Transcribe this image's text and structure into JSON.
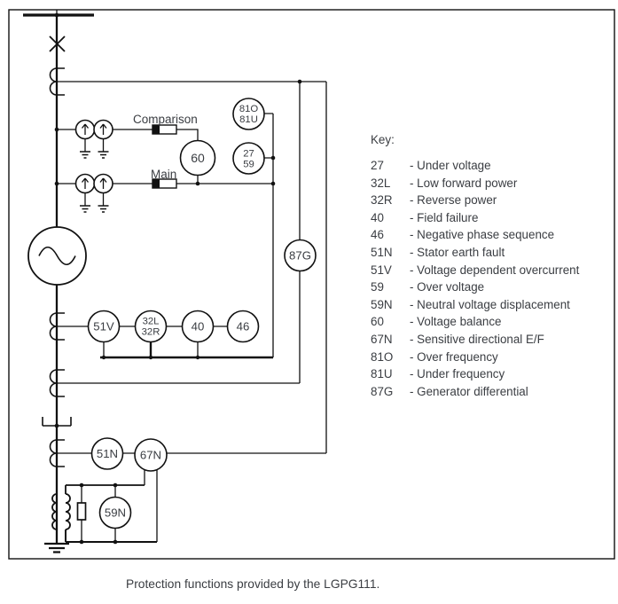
{
  "figure": {
    "caption": "Protection functions provided by the LGPG111."
  },
  "diagram": {
    "vt_labels": {
      "comparison": "Comparison",
      "main": "Main"
    },
    "relays": {
      "over_frequency": "81O",
      "under_frequency": "81U",
      "under_voltage": "27",
      "over_voltage": "59",
      "voltage_balance": "60",
      "generator_differential": "87G",
      "voltage_dependent_oc": "51V",
      "low_forward_power": "32L",
      "reverse_power": "32R",
      "field_failure": "40",
      "negative_phase_sequence": "46",
      "stator_earth_fault": "51N",
      "sensitive_directional_ef": "67N",
      "neutral_voltage_displacement": "59N"
    }
  },
  "key": {
    "title": "Key:",
    "items": [
      {
        "term": "27",
        "desc": "- Under voltage"
      },
      {
        "term": "32L",
        "desc": "- Low forward power"
      },
      {
        "term": "32R",
        "desc": "- Reverse power"
      },
      {
        "term": "40",
        "desc": "- Field failure"
      },
      {
        "term": "46",
        "desc": "- Negative phase sequence"
      },
      {
        "term": "51N",
        "desc": "- Stator earth fault"
      },
      {
        "term": "51V",
        "desc": "- Voltage dependent overcurrent"
      },
      {
        "term": "59",
        "desc": "- Over voltage"
      },
      {
        "term": "59N",
        "desc": "- Neutral voltage displacement"
      },
      {
        "term": "60",
        "desc": "- Voltage balance"
      },
      {
        "term": "67N",
        "desc": "- Sensitive directional E/F"
      },
      {
        "term": "81O",
        "desc": "- Over frequency"
      },
      {
        "term": "81U",
        "desc": "- Under frequency"
      },
      {
        "term": "87G",
        "desc": "- Generator differential"
      }
    ]
  },
  "colors": {
    "line": "#111111",
    "text": "#3a3d42",
    "background": "#ffffff"
  }
}
